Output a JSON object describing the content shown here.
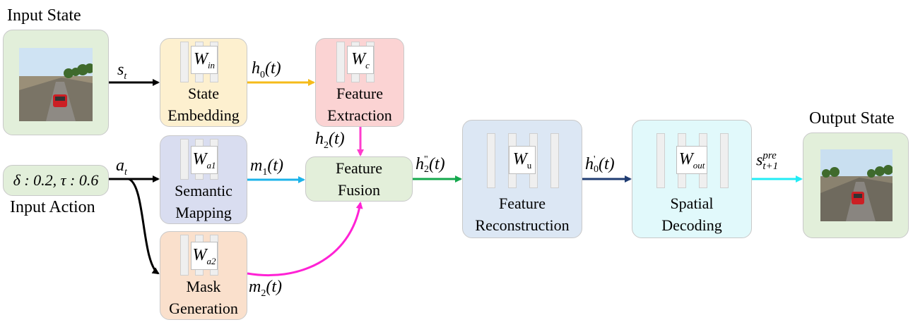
{
  "labels": {
    "input_state": "Input State",
    "output_state": "Output State",
    "input_action": "Input Action",
    "action_value": "δ : 0.2, τ : 0.6"
  },
  "modules": {
    "state_embedding": {
      "line1": "State",
      "line2": "Embedding",
      "weight": "W",
      "weight_sub": "in"
    },
    "feature_extraction": {
      "line1": "Feature",
      "line2": "Extraction",
      "weight": "W",
      "weight_sub": "c"
    },
    "semantic_mapping": {
      "line1": "Semantic",
      "line2": "Mapping",
      "weight": "W",
      "weight_sub": "a1"
    },
    "mask_generation": {
      "line1": "Mask",
      "line2": "Generation",
      "weight": "W",
      "weight_sub": "a2"
    },
    "feature_fusion": {
      "line1": "Feature",
      "line2": "Fusion"
    },
    "feature_reconstruction": {
      "line1": "Feature",
      "line2": "Reconstruction",
      "weight": "W",
      "weight_sub": "u"
    },
    "spatial_decoding": {
      "line1": "Spatial",
      "line2": "Decoding",
      "weight": "W",
      "weight_sub": "out"
    }
  },
  "signals": {
    "s": {
      "base": "s",
      "sub": "t"
    },
    "a": {
      "base": "a",
      "sub": "t"
    },
    "h0": {
      "base": "h",
      "sub": "0",
      "arg": "(t)"
    },
    "h2": {
      "base": "h",
      "sub": "2",
      "arg": "(t)"
    },
    "m1": {
      "base": "m",
      "sub": "1",
      "arg": "(t)"
    },
    "m2": {
      "base": "m",
      "sub": "2",
      "arg": "(t)"
    },
    "h2pp": {
      "base": "h",
      "sub": "2",
      "sup": "\"",
      "arg": "(t)"
    },
    "h0p": {
      "base": "h",
      "sub": "0",
      "sup": "'",
      "arg": "(t)"
    },
    "s_pre": {
      "base": "s",
      "sub": "t+1",
      "sup": "pre"
    }
  },
  "colors": {
    "state_embedding": "#fdf0cf",
    "feature_extraction": "#fbd3d3",
    "semantic_mapping": "#d9ddf0",
    "mask_generation": "#fae0cc",
    "feature_fusion": "#e3efda",
    "feature_reconstruction": "#dce7f4",
    "spatial_decoding": "#e1f9fb",
    "io_box": "#e2efda",
    "arrow_h0": "#f5bb1a",
    "arrow_h2": "#ff3ccd",
    "arrow_m1": "#1cb3ea",
    "arrow_m2": "#ff22d5",
    "arrow_h2pp": "#14a84d",
    "arrow_h0p": "#1f3c72",
    "arrow_out": "#22ecf5"
  }
}
